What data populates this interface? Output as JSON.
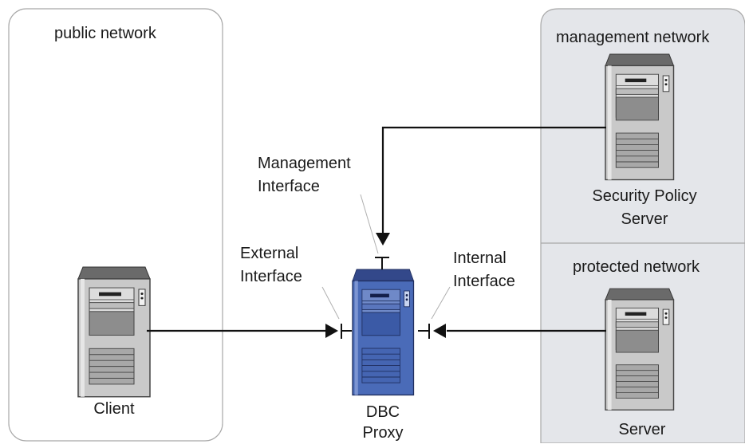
{
  "zones": {
    "public": {
      "title": "public network"
    },
    "management": {
      "title": "management network"
    },
    "protected": {
      "title": "protected network"
    }
  },
  "nodes": {
    "client": {
      "label": "Client"
    },
    "proxy": {
      "line1": "DBC",
      "line2": "Proxy"
    },
    "policy_server": {
      "line1": "Security Policy",
      "line2": "Server"
    },
    "server": {
      "label": "Server"
    }
  },
  "interfaces": {
    "management": {
      "line1": "Management",
      "line2": "Interface"
    },
    "external": {
      "line1": "External",
      "line2": "Interface"
    },
    "internal": {
      "line1": "Internal",
      "line2": "Interface"
    }
  },
  "colors": {
    "zone_fill": "#e4e6ea",
    "zone_stroke": "#a0a0a0",
    "proxy_body": "#4060a8",
    "server_body": "#c8c8c8",
    "line": "#111111"
  }
}
